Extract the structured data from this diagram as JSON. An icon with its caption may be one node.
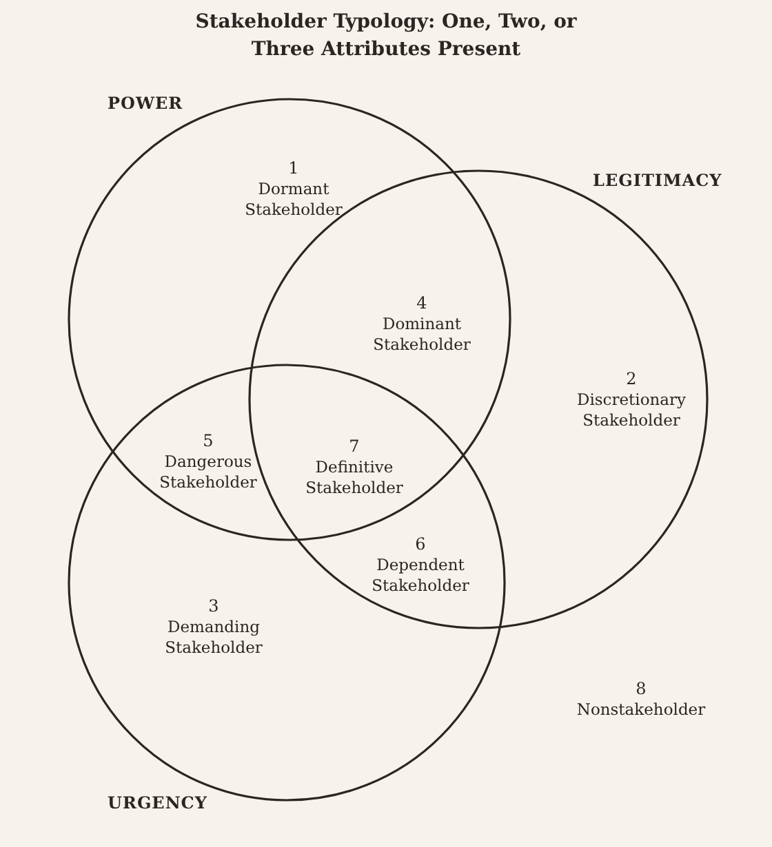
{
  "diagram": {
    "title": "Stakeholder Typology: One, Two, or Three Attributes Present",
    "nodes": [
      {
        "text": [
          "POWER"
        ]
      },
      {
        "text": [
          "LEGITIMACY"
        ]
      },
      {
        "text": [
          "URGENCY"
        ]
      }
    ],
    "labels": [
      "1",
      "Dormant Stakeholder",
      "4",
      "Dominant Stakeholder",
      "2",
      "Discretionary Stakeholder",
      "5",
      "Dangerous Stakeholder",
      "7",
      "Definitive Stakeholder",
      "6",
      "Dependent Stakeholder",
      "3",
      "Demanding Stakeholder",
      "8",
      "Nonstakeholder"
    ]
  }
}
